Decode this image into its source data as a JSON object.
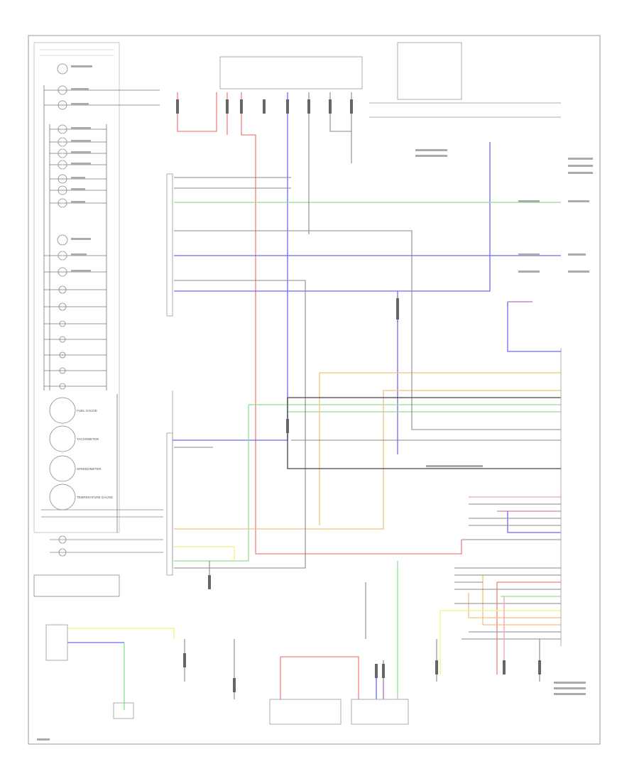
{
  "diagram": {
    "footer_code": "",
    "labels": {
      "gauge_fuel": "FUEL GAUGE",
      "gauge_tach": "TACHOMETER",
      "gauge_speedo": "SPEEDOMETER",
      "gauge_temp": "TEMPERATURE GAUGE"
    },
    "colors": {
      "red": "#f08080",
      "blue": "#6a6af0",
      "green": "#8fe08f",
      "orange": "#f5c07a",
      "yellow": "#f3f07a",
      "gray": "#888888",
      "dark": "#444444",
      "purple": "#b070c0",
      "pink": "#f5a0b0"
    }
  }
}
